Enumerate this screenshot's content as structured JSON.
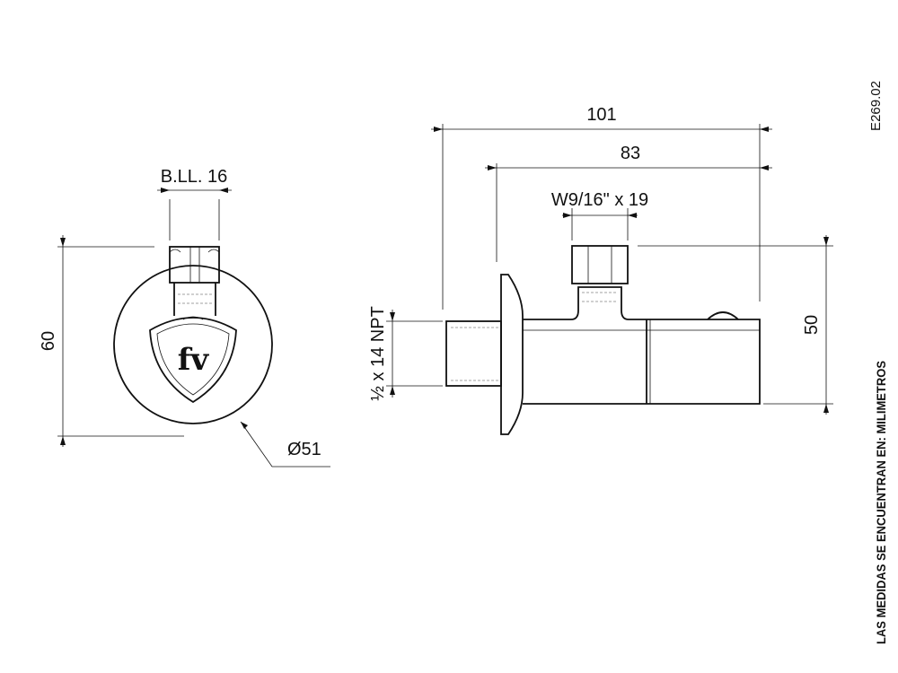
{
  "drawing_code": "E269.02",
  "units_note": "LAS MEDIDAS SE ENCUENTRAN EN: MILIMETROS",
  "front_view": {
    "wrench_size": "B.LL. 16",
    "height": "60",
    "diameter": "Ø51",
    "logo_text": "fv"
  },
  "side_view": {
    "overall_length": "101",
    "length_to_flange": "83",
    "outlet_thread": "W9/16\" x 19",
    "inlet_thread": "½ x 14 NPT",
    "height": "50"
  }
}
